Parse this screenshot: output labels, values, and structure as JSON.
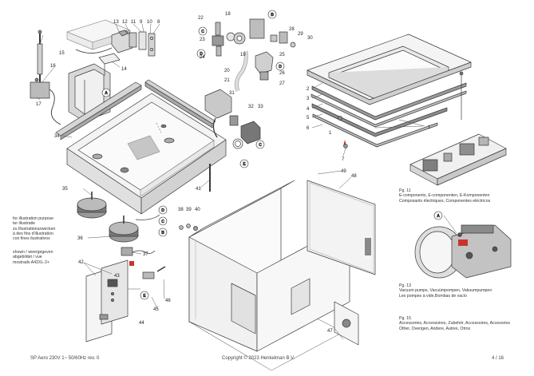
{
  "notes": {
    "illustration": [
      "for illustration purpose",
      "ter illustratie",
      "zu Illustrationszwecken",
      "à des fins d'illustration",
      "con fines ilustrativos"
    ],
    "shown": [
      "shown / weergegeven",
      "abgebildet / vue",
      "mostrado A42XL-2+"
    ]
  },
  "insets": {
    "fig11": [
      "Pg. 11",
      "E-components, E-componenten, E-Komponenten",
      "Composants électriques, Componentes eléctricos"
    ],
    "fig13": [
      "Pg. 13",
      "Vacuum pumps, Vacuümpompen, Vakuumpumpen",
      "Les pompes à vide,Bombas de vacío"
    ],
    "fig15": [
      "Pg. 15",
      "Accessories, Accessoires, Zubehör, Accessoires, Accesorios",
      "Other, Overigen, Andere, Autres, Otros"
    ]
  },
  "callout_letters": {
    "A": "A",
    "B": "B",
    "C": "C",
    "D": "D",
    "E": "E"
  },
  "part_numbers": [
    "1",
    "2",
    "3",
    "4",
    "5",
    "6",
    "7",
    "8",
    "9",
    "10",
    "11",
    "12",
    "13",
    "14",
    "15",
    "16",
    "17",
    "18",
    "19",
    "20",
    "21",
    "22",
    "23",
    "24",
    "25",
    "26",
    "27",
    "28",
    "29",
    "30",
    "31",
    "32",
    "33",
    "34",
    "35",
    "36",
    "37",
    "38",
    "39",
    "40",
    "41",
    "42",
    "43",
    "44",
    "45",
    "46",
    "47",
    "48",
    "49"
  ],
  "footer": {
    "left": "SP Aero 230V 1~ 50/60Hz rev. 0",
    "center": "Copyright © 2023 Henkelman B.V.",
    "right": "4 / 16"
  },
  "colors": {
    "line": "#3a3a3a",
    "fill_light": "#f2f2f2",
    "fill_mid": "#d9d9d9",
    "fill_dark": "#9a9a9a",
    "accent_red": "#c8342b"
  }
}
